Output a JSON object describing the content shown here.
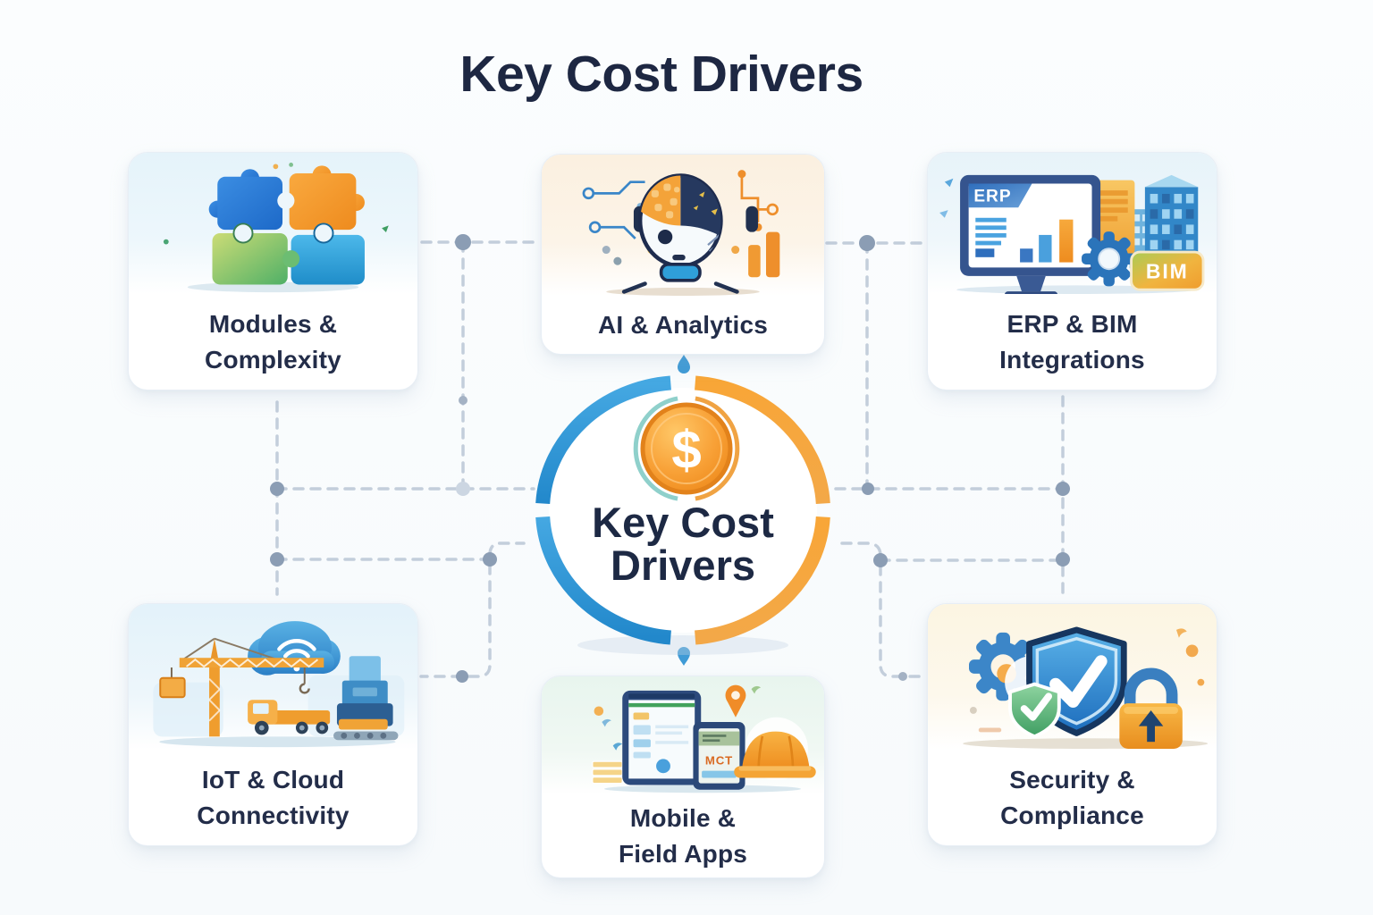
{
  "title": "Key Cost Drivers",
  "center": {
    "line1": "Key Cost",
    "line2": "Drivers",
    "coin_symbol": "$"
  },
  "cards": {
    "modules": {
      "line1": "Modules &",
      "line2": "Complexity"
    },
    "ai": {
      "line1": "AI & Analytics"
    },
    "erp": {
      "line1": "ERP & BIM",
      "line2": "Integrations",
      "screen_label": "ERP",
      "badge_label": "BIM"
    },
    "iot": {
      "line1": "IoT & Cloud",
      "line2": "Connectivity"
    },
    "mobile": {
      "line1": "Mobile &",
      "line2": "Field Apps",
      "screen_label": "MCT"
    },
    "security": {
      "line1": "Security &",
      "line2": "Compliance"
    }
  },
  "icons": {
    "modules": "puzzle-pieces-icon",
    "ai": "robot-head-icon",
    "erp": "monitor-gear-bim-icon",
    "iot": "crane-cloud-wifi-icon",
    "mobile": "tablet-phone-hardhat-icon",
    "security": "shield-lock-gear-icon",
    "center": "dollar-coin-icon"
  },
  "colors": {
    "accent_blue": "#2f9ad8",
    "accent_orange": "#f5a33c",
    "title_text": "#1d2742",
    "label_text": "#232d49",
    "connector": "#c3cedb",
    "node": "#8b9db4",
    "background": "#fafcfe",
    "card_background": "#ffffff"
  }
}
